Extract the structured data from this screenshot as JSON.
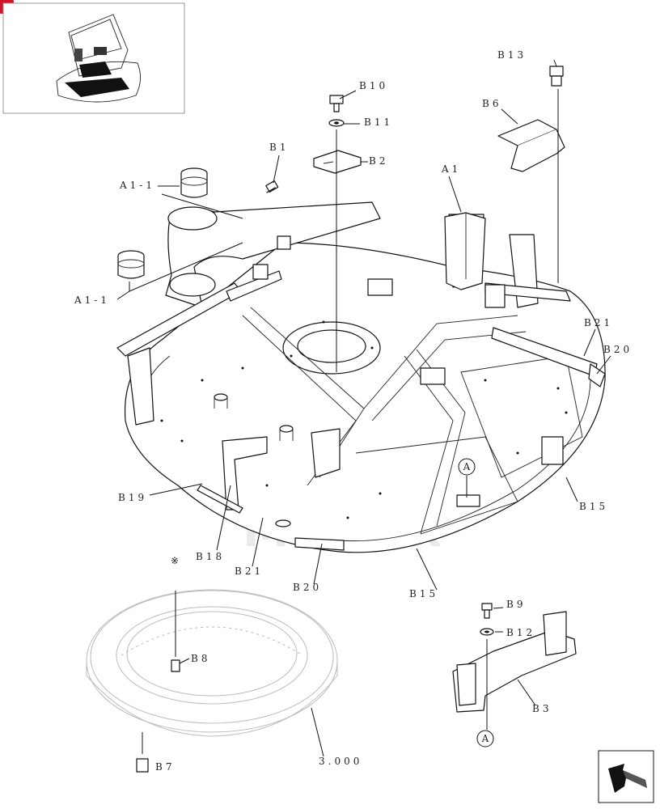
{
  "labels": {
    "B13": "B13",
    "B10": "B10",
    "B11": "B11",
    "B6": "B6",
    "B1": "B1",
    "B2": "B2",
    "A1": "A1",
    "A1_1_top": "A1-1",
    "A1_1_bottom": "A1-1",
    "B21_right": "B21",
    "B20_right": "B20",
    "B19": "B19",
    "B18": "B18",
    "B21_bottom": "B21",
    "B20_bottom": "B20",
    "B15_right": "B15",
    "B15_bottom": "B15",
    "A_circle_main": "A",
    "note_mark": "※",
    "B8": "B8",
    "B7": "B7",
    "ref_code": "3.000",
    "B9": "B9",
    "B12": "B12",
    "B3": "B3",
    "A_circle_bracket": "A"
  },
  "watermark": "MHTEX",
  "colors": {
    "accent_badge": "#d0152a",
    "watermark": "#e23333",
    "line": "#111111"
  },
  "icons": {
    "thumbnail": "machine-thumbnail-icon",
    "next_page": "next-page-arrow-icon"
  }
}
